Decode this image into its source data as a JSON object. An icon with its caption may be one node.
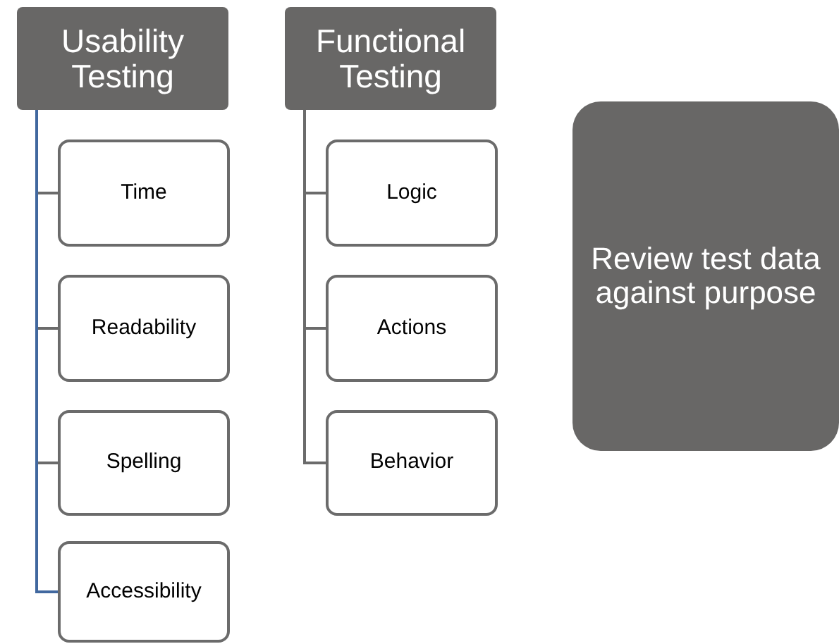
{
  "diagram": {
    "nodes": [
      {
        "text": [
          "Usability Testing"
        ]
      },
      {
        "text": [
          "Time"
        ]
      },
      {
        "text": [
          "Readability"
        ]
      },
      {
        "text": [
          "Spelling"
        ]
      },
      {
        "text": [
          "Accessibility"
        ]
      },
      {
        "text": [
          "Functional Testing"
        ]
      },
      {
        "text": [
          "Logic"
        ]
      },
      {
        "text": [
          "Actions"
        ]
      },
      {
        "text": [
          "Behavior"
        ]
      },
      {
        "text": [
          "Review test data against purpose"
        ]
      }
    ],
    "edges": [
      {
        "from": 0,
        "to": 1,
        "arrow": "none"
      },
      {
        "from": 0,
        "to": 2,
        "arrow": "none"
      },
      {
        "from": 0,
        "to": 3,
        "arrow": "none"
      },
      {
        "from": 0,
        "to": 4,
        "arrow": "none",
        "color": "#41689f"
      },
      {
        "from": 5,
        "to": 6,
        "arrow": "none"
      },
      {
        "from": 5,
        "to": 7,
        "arrow": "none"
      },
      {
        "from": 5,
        "to": 8,
        "arrow": "none"
      }
    ]
  }
}
